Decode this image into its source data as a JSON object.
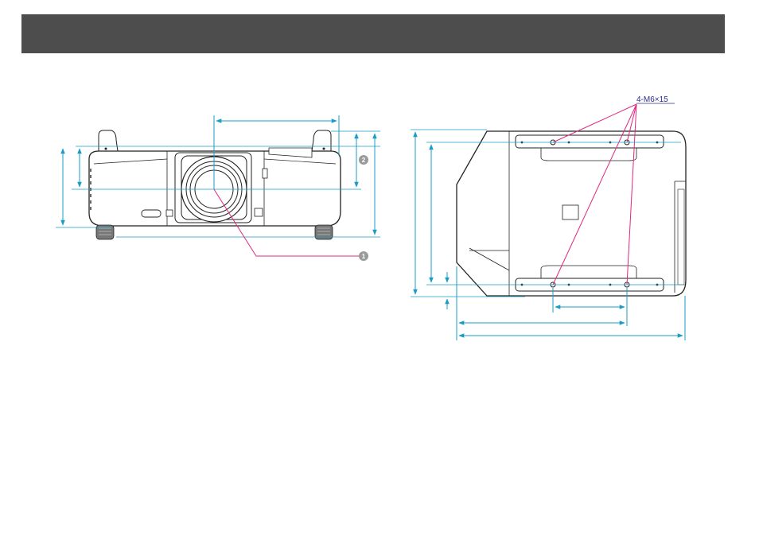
{
  "header": {
    "title": ""
  },
  "callouts": {
    "mount_spec": "4-M6×15",
    "marker_1": "1",
    "marker_2": "2"
  },
  "colors": {
    "header": "#4d4d4d",
    "dimension_lines": "#1a9cc4",
    "leader_lines": "#e0287e",
    "outline": "#222222",
    "marker": "#9a9a9a"
  }
}
